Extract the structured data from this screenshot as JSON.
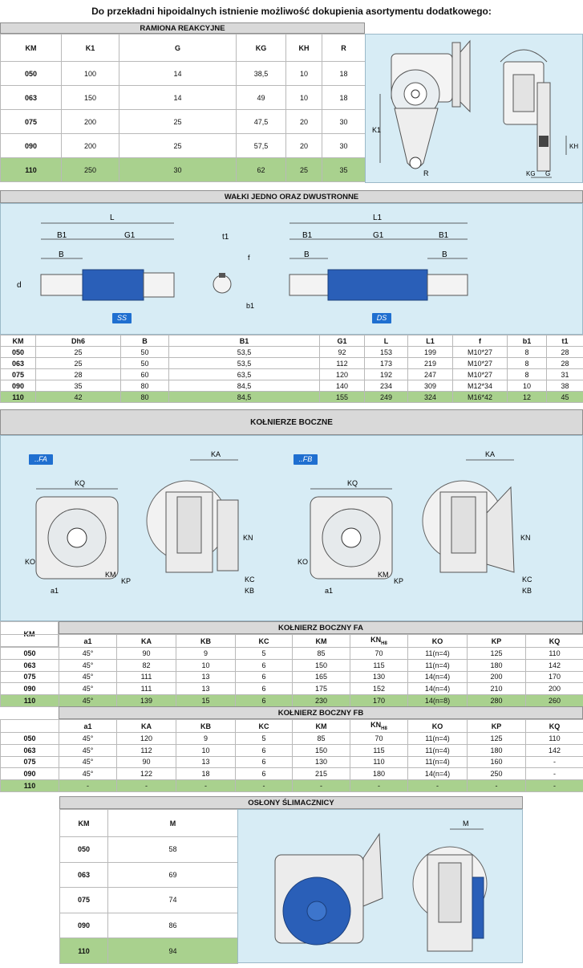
{
  "title": "Do przekładni hipoidalnych istnienie możliwość dokupienia asortymentu dodatkowego:",
  "ramiona": {
    "header": "RAMIONA REAKCYJNE",
    "columns": [
      "KM",
      "K1",
      "G",
      "KG",
      "KH",
      "R"
    ],
    "rows": [
      [
        "050",
        "100",
        "14",
        "38,5",
        "10",
        "18"
      ],
      [
        "063",
        "150",
        "14",
        "49",
        "10",
        "18"
      ],
      [
        "075",
        "200",
        "25",
        "47,5",
        "20",
        "30"
      ],
      [
        "090",
        "200",
        "25",
        "57,5",
        "20",
        "30"
      ],
      [
        "110",
        "250",
        "30",
        "62",
        "25",
        "35"
      ]
    ],
    "drawing_labels": {
      "k1": "K1",
      "r": "R",
      "kh": "KH",
      "kg": "KG",
      "g": "G"
    }
  },
  "walki": {
    "header": "WAŁKI JEDNO ORAZ DWUSTRONNE",
    "tag_ss": "SS",
    "tag_ds": "DS",
    "drawing_labels": {
      "l": "L",
      "b1": "B1",
      "g1": "G1",
      "b": "B",
      "d": "d",
      "t1": "t1",
      "f": "f",
      "bt1": "b1",
      "l1": "L1"
    },
    "columns": [
      "KM",
      "Dh6",
      "B",
      "B1",
      "G1",
      "L",
      "L1",
      "f",
      "b1",
      "t1"
    ],
    "rows": [
      [
        "050",
        "25",
        "50",
        "53,5",
        "92",
        "153",
        "199",
        "M10*27",
        "8",
        "28"
      ],
      [
        "063",
        "25",
        "50",
        "53,5",
        "112",
        "173",
        "219",
        "M10*27",
        "8",
        "28"
      ],
      [
        "075",
        "28",
        "60",
        "63,5",
        "120",
        "192",
        "247",
        "M10*27",
        "8",
        "31"
      ],
      [
        "090",
        "35",
        "80",
        "84,5",
        "140",
        "234",
        "309",
        "M12*34",
        "10",
        "38"
      ],
      [
        "110",
        "42",
        "80",
        "84,5",
        "155",
        "249",
        "324",
        "M16*42",
        "12",
        "45"
      ]
    ]
  },
  "kolnierze": {
    "header": "KOŁNIERZE BOCZNE",
    "tag_fa": "..FA",
    "tag_fb": "..FB",
    "drawing_labels": {
      "kq": "KQ",
      "ka": "KA",
      "kn": "KN",
      "ko": "KO",
      "km": "KM",
      "kp": "KP",
      "a1": "a1",
      "kc": "KC",
      "kb": "KB"
    },
    "km_header": "KM",
    "fa": {
      "header": "KOŁNIERZ BOCZNY FA",
      "columns": [
        "a1",
        "KA",
        "KB",
        "KC",
        "KM",
        "KNH8",
        "KO",
        "KP",
        "KQ"
      ],
      "rows": [
        [
          "050",
          "45°",
          "90",
          "9",
          "5",
          "85",
          "70",
          "11(n=4)",
          "125",
          "110"
        ],
        [
          "063",
          "45°",
          "82",
          "10",
          "6",
          "150",
          "115",
          "11(n=4)",
          "180",
          "142"
        ],
        [
          "075",
          "45°",
          "111",
          "13",
          "6",
          "165",
          "130",
          "14(n=4)",
          "200",
          "170"
        ],
        [
          "090",
          "45°",
          "111",
          "13",
          "6",
          "175",
          "152",
          "14(n=4)",
          "210",
          "200"
        ],
        [
          "110",
          "45°",
          "139",
          "15",
          "6",
          "230",
          "170",
          "14(n=8)",
          "280",
          "260"
        ]
      ]
    },
    "fb": {
      "header": "KOŁNIERZ BOCZNY FB",
      "columns": [
        "a1",
        "KA",
        "KB",
        "KC",
        "KM",
        "KNH8",
        "KO",
        "KP",
        "KQ"
      ],
      "rows": [
        [
          "050",
          "45°",
          "120",
          "9",
          "5",
          "85",
          "70",
          "11(n=4)",
          "125",
          "110"
        ],
        [
          "063",
          "45°",
          "112",
          "10",
          "6",
          "150",
          "115",
          "11(n=4)",
          "180",
          "142"
        ],
        [
          "075",
          "45°",
          "90",
          "13",
          "6",
          "130",
          "110",
          "11(n=4)",
          "160",
          "-"
        ],
        [
          "090",
          "45°",
          "122",
          "18",
          "6",
          "215",
          "180",
          "14(n=4)",
          "250",
          "-"
        ],
        [
          "110",
          "-",
          "-",
          "-",
          "-",
          "-",
          "-",
          "-",
          "-",
          "-"
        ]
      ]
    }
  },
  "oslony": {
    "header": "OSŁONY ŚLIMACZNICY",
    "columns": [
      "KM",
      "M"
    ],
    "rows": [
      [
        "050",
        "58"
      ],
      [
        "063",
        "69"
      ],
      [
        "075",
        "74"
      ],
      [
        "090",
        "86"
      ],
      [
        "110",
        "94"
      ]
    ],
    "drawing_labels": {
      "m": "M"
    }
  },
  "colors": {
    "header_bar": "#d9d9d9",
    "drawing_bg": "#d7ecf5",
    "highlight_row": "#a9d18e",
    "tag_blue": "#1f6fd0",
    "shaft_blue": "#2a5fb8"
  }
}
